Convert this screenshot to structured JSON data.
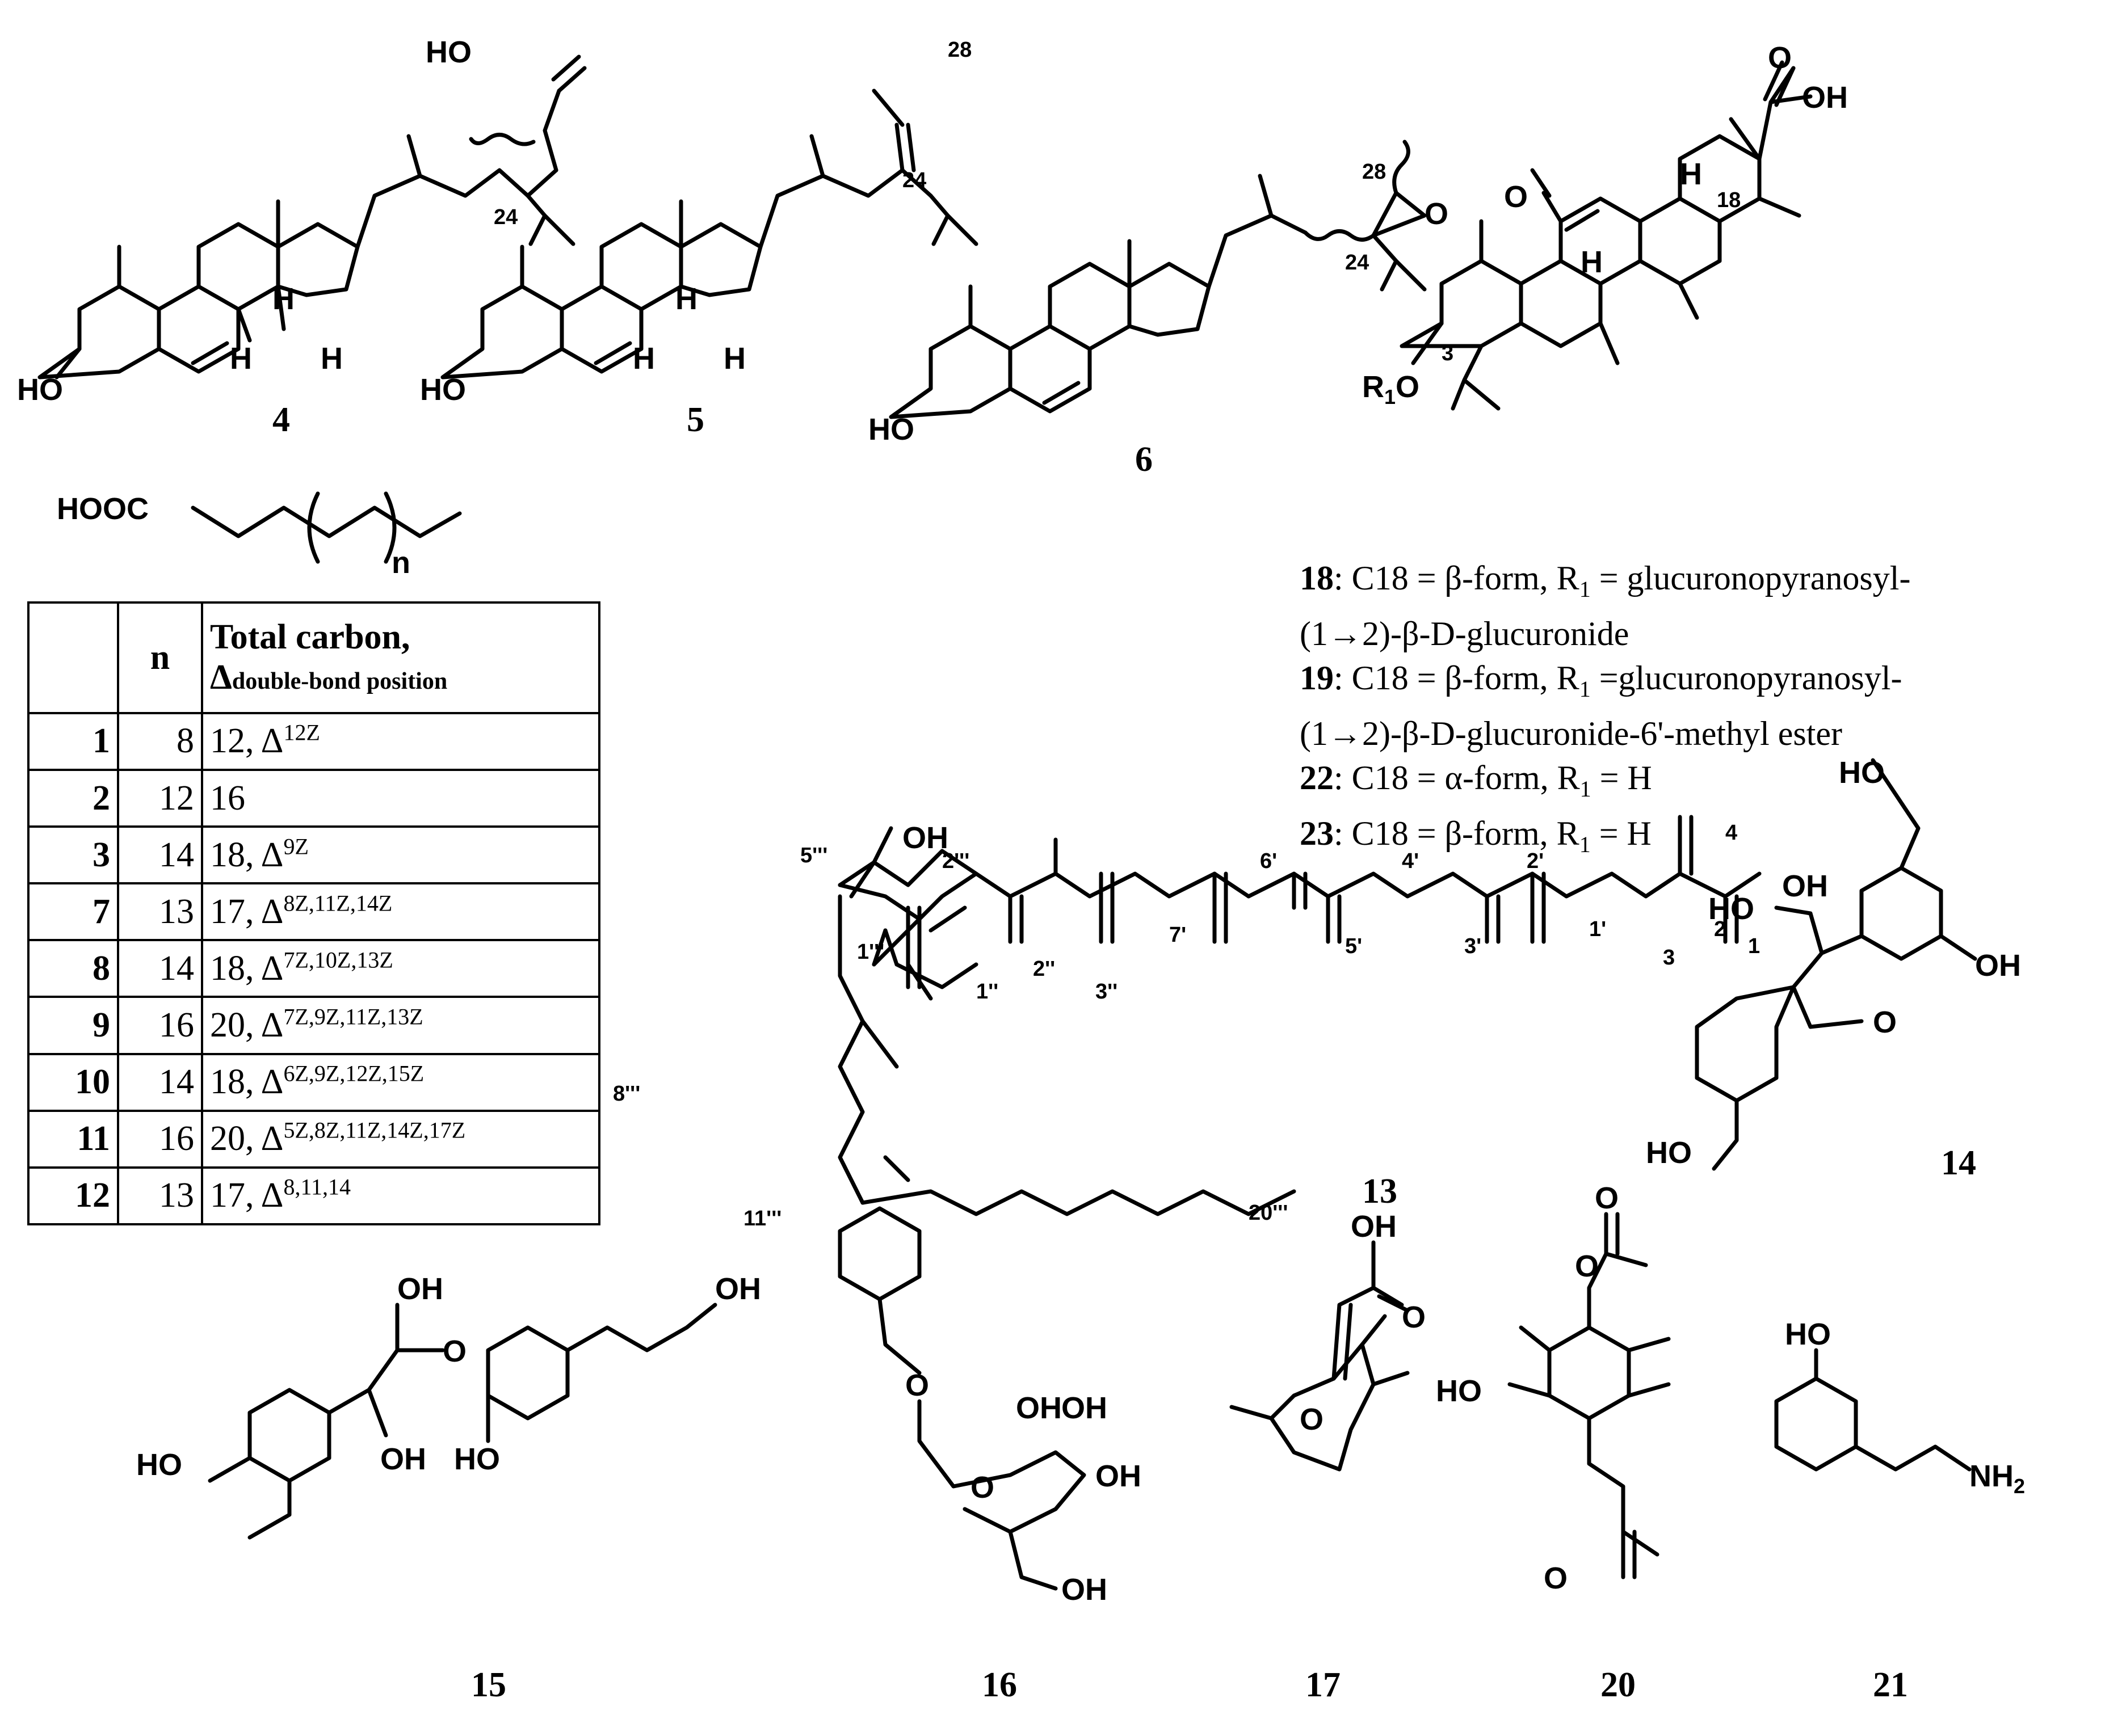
{
  "compounds": {
    "c4": "4",
    "c5": "5",
    "c6": "6",
    "c13": "13",
    "c14": "14",
    "c15": "15",
    "c16": "16",
    "c17": "17",
    "c20": "20",
    "c21": "21"
  },
  "atoms": {
    "ho": "HO",
    "oh": "OH",
    "o": "O",
    "h": "H",
    "hooc": "HOOC",
    "n": "n",
    "nh2": "NH",
    "sub2": "2",
    "r1o": "R",
    "sub1": "1",
    "oh_short": "O"
  },
  "positions": {
    "p24": "24",
    "p28": "28",
    "p18": "18",
    "p3": "3",
    "p4": "4",
    "p2": "2",
    "p1": "1",
    "p1p": "1'",
    "p2p": "2'",
    "p3p": "3'",
    "p4p": "4'",
    "p5p": "5'",
    "p6p": "6'",
    "p7p": "7'",
    "p1pp": "1''",
    "p2pp": "2''",
    "p3pp": "3''",
    "p1ppp": "1'''",
    "p2ppp": "2'''",
    "p5ppp": "5'''",
    "p8ppp": "8'''",
    "p11ppp": "11'''",
    "p20ppp": "20'''"
  },
  "table": {
    "col_n": "n",
    "col_total": "Total carbon,",
    "col_delta": "Δ",
    "col_delta_sub": "double-bond position",
    "rows": [
      {
        "cmp": "1",
        "n": "8",
        "carbon": "12, Δ",
        "sup": "12Z"
      },
      {
        "cmp": "2",
        "n": "12",
        "carbon": "16",
        "sup": ""
      },
      {
        "cmp": "3",
        "n": "14",
        "carbon": "18, Δ",
        "sup": "9Z"
      },
      {
        "cmp": "7",
        "n": "13",
        "carbon": "17, Δ",
        "sup": "8Z,11Z,14Z"
      },
      {
        "cmp": "8",
        "n": "14",
        "carbon": "18, Δ",
        "sup": "7Z,10Z,13Z"
      },
      {
        "cmp": "9",
        "n": "16",
        "carbon": "20, Δ",
        "sup": "7Z,9Z,11Z,13Z"
      },
      {
        "cmp": "10",
        "n": "14",
        "carbon": "18, Δ",
        "sup": "6Z,9Z,12Z,15Z"
      },
      {
        "cmp": "11",
        "n": "16",
        "carbon": "20, Δ",
        "sup": "5Z,8Z,11Z,14Z,17Z"
      },
      {
        "cmp": "12",
        "n": "13",
        "carbon": "17, Δ",
        "sup": "8,11,14"
      }
    ]
  },
  "caption": [
    {
      "id": "18",
      "text": ": C18 = β-form, R",
      "sub": "1",
      "rest": " = glucuronopyranosyl-"
    },
    {
      "id": "",
      "text": "(1→2)-β-D-glucuronide",
      "sub": "",
      "rest": ""
    },
    {
      "id": "19",
      "text": ":  C18 = β-form, R",
      "sub": "1",
      "rest": " =glucuronopyranosyl-"
    },
    {
      "id": "",
      "text": "(1→2)-β-D-glucuronide-6'-methyl ester",
      "sub": "",
      "rest": ""
    },
    {
      "id": "22",
      "text": ": C18 = α-form, R",
      "sub": "1",
      "rest": " =  H"
    },
    {
      "id": "23",
      "text": ": C18 = β-form, R",
      "sub": "1",
      "rest": " = H"
    }
  ]
}
